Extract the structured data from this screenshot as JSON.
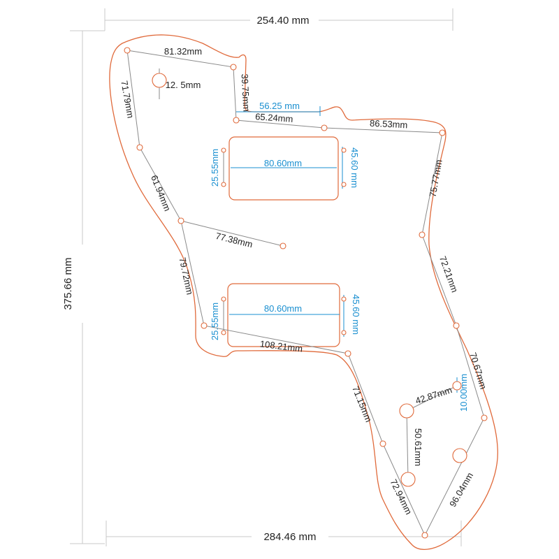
{
  "overall": {
    "top_width": "254.40 mm",
    "bottom_width": "284.46 mm",
    "height": "375.66 mm"
  },
  "edge_dimensions": {
    "top_left": "81.32mm",
    "left_upper": "71.79mm",
    "notch_vertical": "39.75mm",
    "notch_horizontal": "65.24mm",
    "top_right": "86.53mm",
    "right_upper": "75.77mm",
    "right_middle": "72.21mm",
    "right_lower": "70.67mm",
    "left_middle": "61.94mm",
    "waist_inner": "77.38mm",
    "left_lower": "79.72mm",
    "lower_horizontal": "108.21mm",
    "lower_left_curve": "71.15mm",
    "bottom_left": "72.94mm",
    "bottom_right": "96.04mm",
    "control_vertical": "50.61mm",
    "control_diagonal": "42.87mm"
  },
  "hole_dimensions": {
    "large_hole": "12. 5mm"
  },
  "blue_dimensions": {
    "neck_offset": "56.25 mm",
    "upper_pickup_width": "80.60mm",
    "upper_pickup_left_height": "25.55mm",
    "upper_pickup_right_height": "45.60 mm",
    "lower_pickup_width": "80.60mm",
    "lower_pickup_left_height": "25.55mm",
    "lower_pickup_right_height": "45.60 mm",
    "small_hole": "10.00mm"
  },
  "colors": {
    "outline": "#e06a3b",
    "measurement_line": "#8a8a8a",
    "blue_dimension": "#1a8fd0",
    "text": "#222222"
  }
}
